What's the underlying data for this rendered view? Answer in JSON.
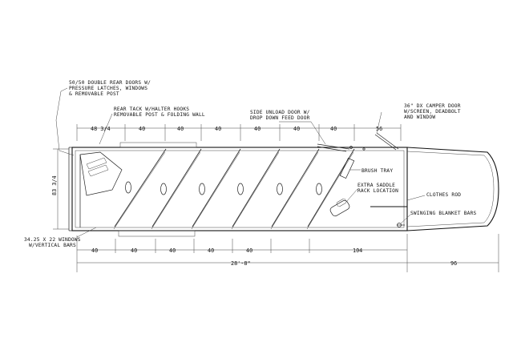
{
  "labels": {
    "rear_doors": [
      "50/50 DOUBLE REAR DOORS W/",
      "PRESSURE LATCHES, WINDOWS",
      "& REMOVABLE POST"
    ],
    "rear_tack": [
      "REAR TACK W/HALTER HOOKS",
      "REMOVABLE POST & FOLDING WALL"
    ],
    "side_door": [
      "SIDE UNLOAD DOOR W/",
      "DROP DOWN FEED DOOR"
    ],
    "camper_door": [
      "36\" DX CAMPER DOOR",
      "W/SCREEN, DEADBOLT",
      "AND WINDOW"
    ],
    "brush_tray": "BRUSH TRAY",
    "saddle_rack": [
      "EXTRA SADDLE",
      "RACK LOCATION"
    ],
    "clothes_rod": "CLOTHES ROD",
    "blanket_bars": "SWINGING BLANKET BARS",
    "windows": [
      "34.25 X 22 WINDOWS",
      "W/VERTICAL BARS"
    ]
  },
  "dimensions": {
    "top": [
      "48 3/4",
      "40",
      "40",
      "40",
      "40",
      "40",
      "40",
      "56"
    ],
    "bottom": [
      "40",
      "40",
      "40",
      "40",
      "40",
      "104"
    ],
    "overall": "28'-8\"",
    "nose": "96",
    "height": "83 3/4"
  }
}
